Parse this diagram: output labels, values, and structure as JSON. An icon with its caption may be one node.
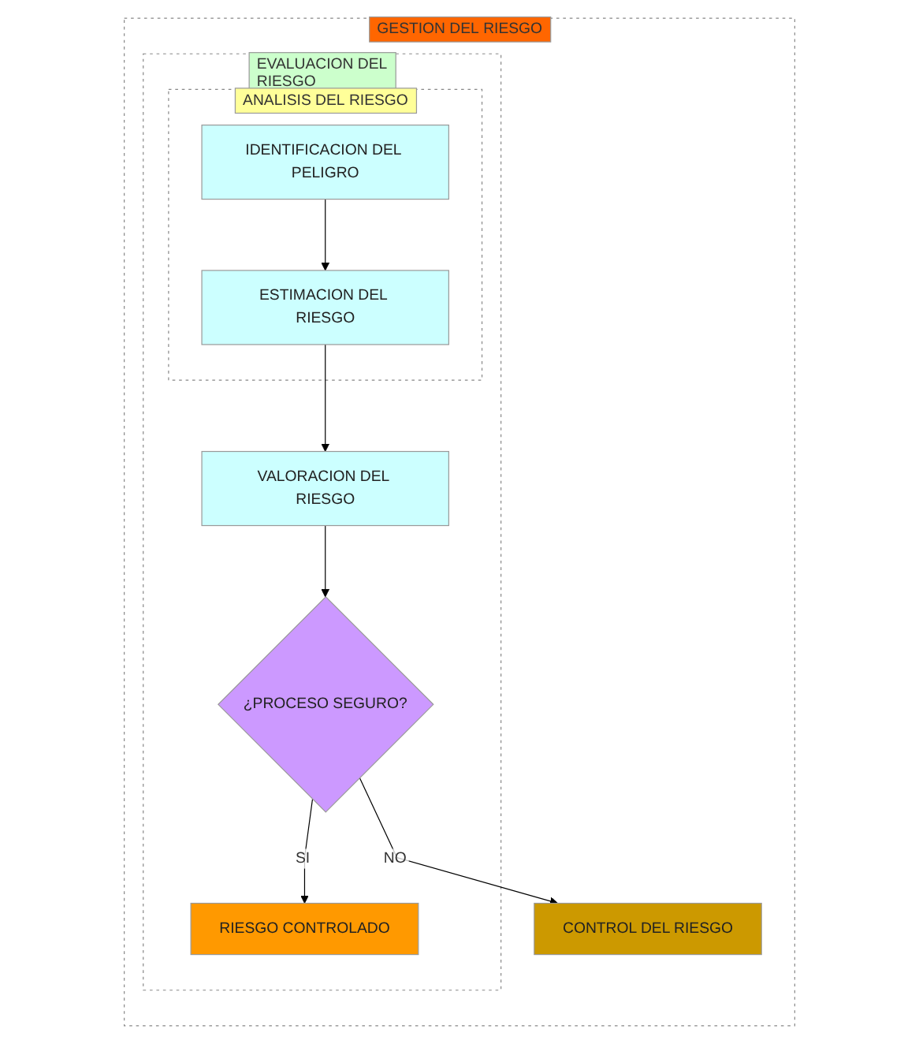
{
  "diagram": {
    "nodes": [
      {
        "text": [
          "GESTION DEL RIESGO"
        ]
      },
      {
        "text": [
          "EVALUACION DEL RIESGO"
        ],
        "in": 0
      },
      {
        "text": [
          "ANALISIS DEL RIESGO"
        ],
        "in": 1
      },
      {
        "text": [
          "IDENTIFICACION DEL PELIGRO"
        ],
        "in": 2
      },
      {
        "text": [
          "ESTIMACION DEL RIESGO"
        ],
        "in": 2
      },
      {
        "text": [
          "VALORACION DEL RIESGO"
        ],
        "in": 1
      },
      {
        "text": [
          "¿PROCESO SEGURO?"
        ],
        "in": 1
      },
      {
        "text": [
          "RIESGO CONTROLADO"
        ],
        "in": 1
      },
      {
        "text": [
          "CONTROL DEL RIESGO"
        ],
        "in": 0
      }
    ],
    "edges": [
      {
        "from": 3,
        "to": 4,
        "arrow": "to"
      },
      {
        "from": 4,
        "to": 5,
        "arrow": "to"
      },
      {
        "from": 5,
        "to": 6,
        "arrow": "to"
      },
      {
        "from": 6,
        "to": 7,
        "arrow": "to",
        "label": "SI"
      },
      {
        "from": 6,
        "to": 8,
        "arrow": "to",
        "label": "NO"
      }
    ]
  }
}
